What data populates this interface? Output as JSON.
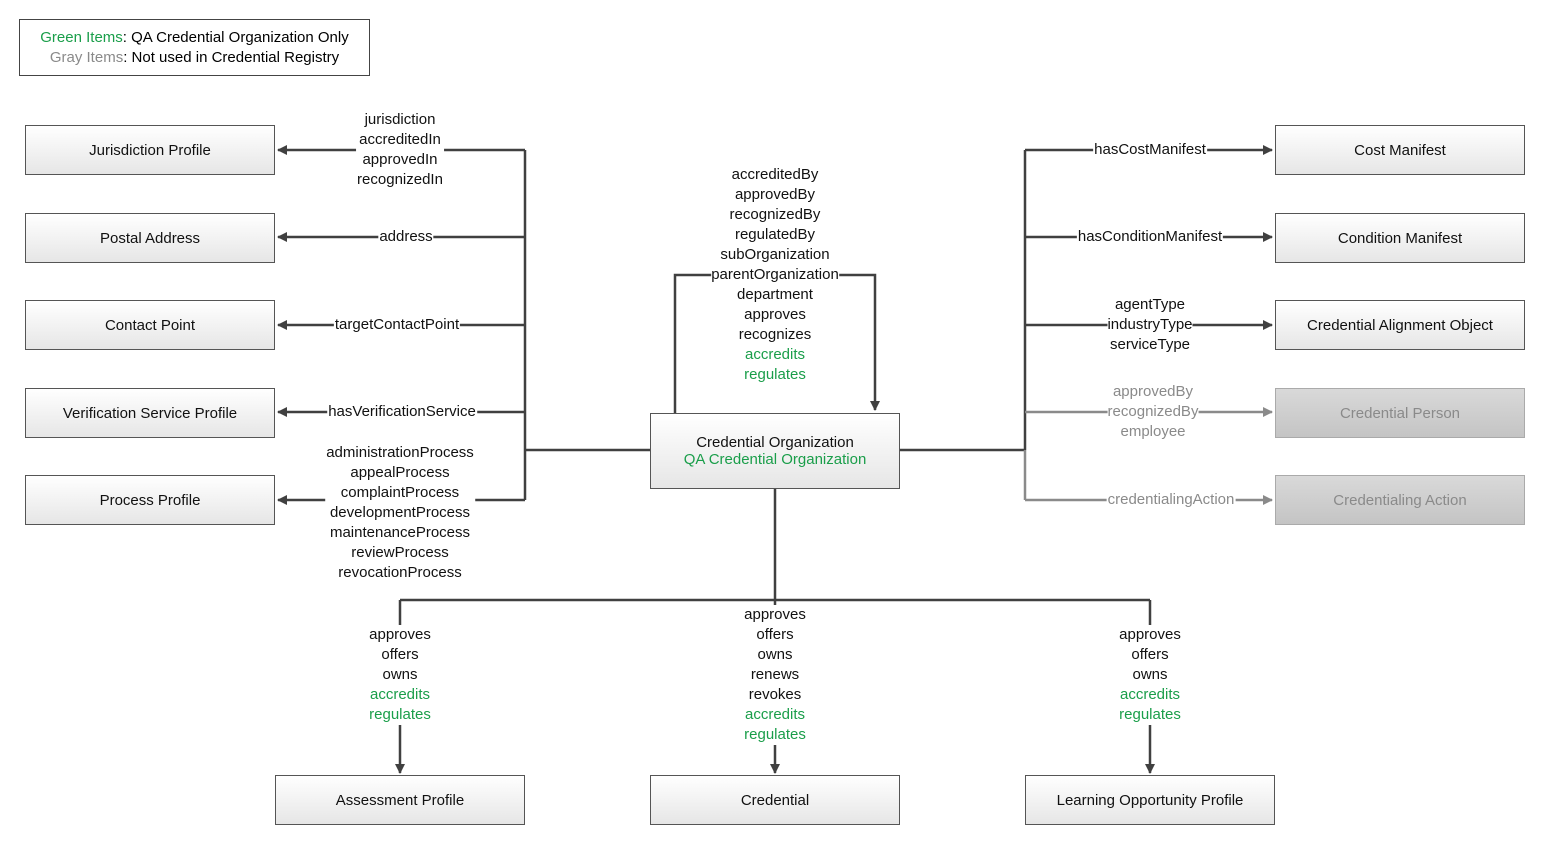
{
  "legend": {
    "green_key": "Green Items",
    "green_text": ": QA Credential Organization Only",
    "gray_key": "Gray Items",
    "gray_text": ": Not used in Credential Registry"
  },
  "colors": {
    "green": "#1a9e4a",
    "gray": "#8a8a8a",
    "line": "#404040"
  },
  "center": {
    "title": "Credential Organization",
    "subtitle": "QA Credential Organization"
  },
  "left_boxes": {
    "jurisdiction": "Jurisdiction Profile",
    "postal": "Postal Address",
    "contact": "Contact Point",
    "verification": "Verification Service Profile",
    "process": "Process Profile"
  },
  "right_boxes": {
    "cost": "Cost Manifest",
    "condition": "Condition Manifest",
    "alignment": "Credential Alignment Object",
    "person": "Credential Person",
    "action": "Credentialing Action"
  },
  "bottom_boxes": {
    "assessment": "Assessment Profile",
    "credential": "Credential",
    "learning": "Learning Opportunity Profile"
  },
  "labels": {
    "jurisdiction": [
      "jurisdiction",
      "accreditedIn",
      "approvedIn",
      "recognizedIn"
    ],
    "address": "address",
    "contact": "targetContactPoint",
    "verification": "hasVerificationService",
    "process": [
      "administrationProcess",
      "appealProcess",
      "complaintProcess",
      "developmentProcess",
      "maintenanceProcess",
      "reviewProcess",
      "revocationProcess"
    ],
    "self_loop": [
      "accreditedBy",
      "approvedBy",
      "recognizedBy",
      "regulatedBy",
      "subOrganization",
      "parentOrganization",
      "department",
      "approves",
      "recognizes"
    ],
    "self_loop_green": [
      "accredits",
      "regulates"
    ],
    "cost": "hasCostManifest",
    "condition": "hasConditionManifest",
    "alignment": [
      "agentType",
      "industryType",
      "serviceType"
    ],
    "person": [
      "approvedBy",
      "recognizedBy",
      "employee"
    ],
    "action": "credentialingAction",
    "assessment": [
      "approves",
      "offers",
      "owns"
    ],
    "assessment_green": [
      "accredits",
      "regulates"
    ],
    "credential": [
      "approves",
      "offers",
      "owns",
      "renews",
      "revokes"
    ],
    "credential_green": [
      "accredits",
      "regulates"
    ],
    "learning": [
      "approves",
      "offers",
      "owns"
    ],
    "learning_green": [
      "accredits",
      "regulates"
    ]
  }
}
